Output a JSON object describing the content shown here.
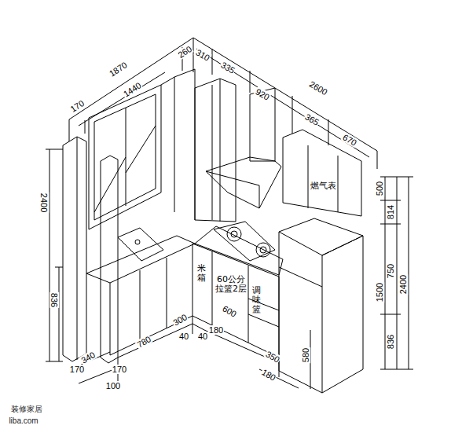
{
  "diagram": {
    "labels": [
      "1870",
      "260",
      "310",
      "335",
      "2600",
      "170",
      "1440",
      "920",
      "365",
      "670",
      "燃气表",
      "500",
      "814",
      "750",
      "1500",
      "2400",
      "836",
      "580",
      "2400",
      "836",
      "米箱",
      "60公分 拉篮2层",
      "调味篮",
      "340",
      "170",
      "170",
      "100",
      "780",
      "300",
      "40",
      "40",
      "180",
      "600",
      "350",
      "180",
      "装修家居",
      "liba.com"
    ]
  }
}
